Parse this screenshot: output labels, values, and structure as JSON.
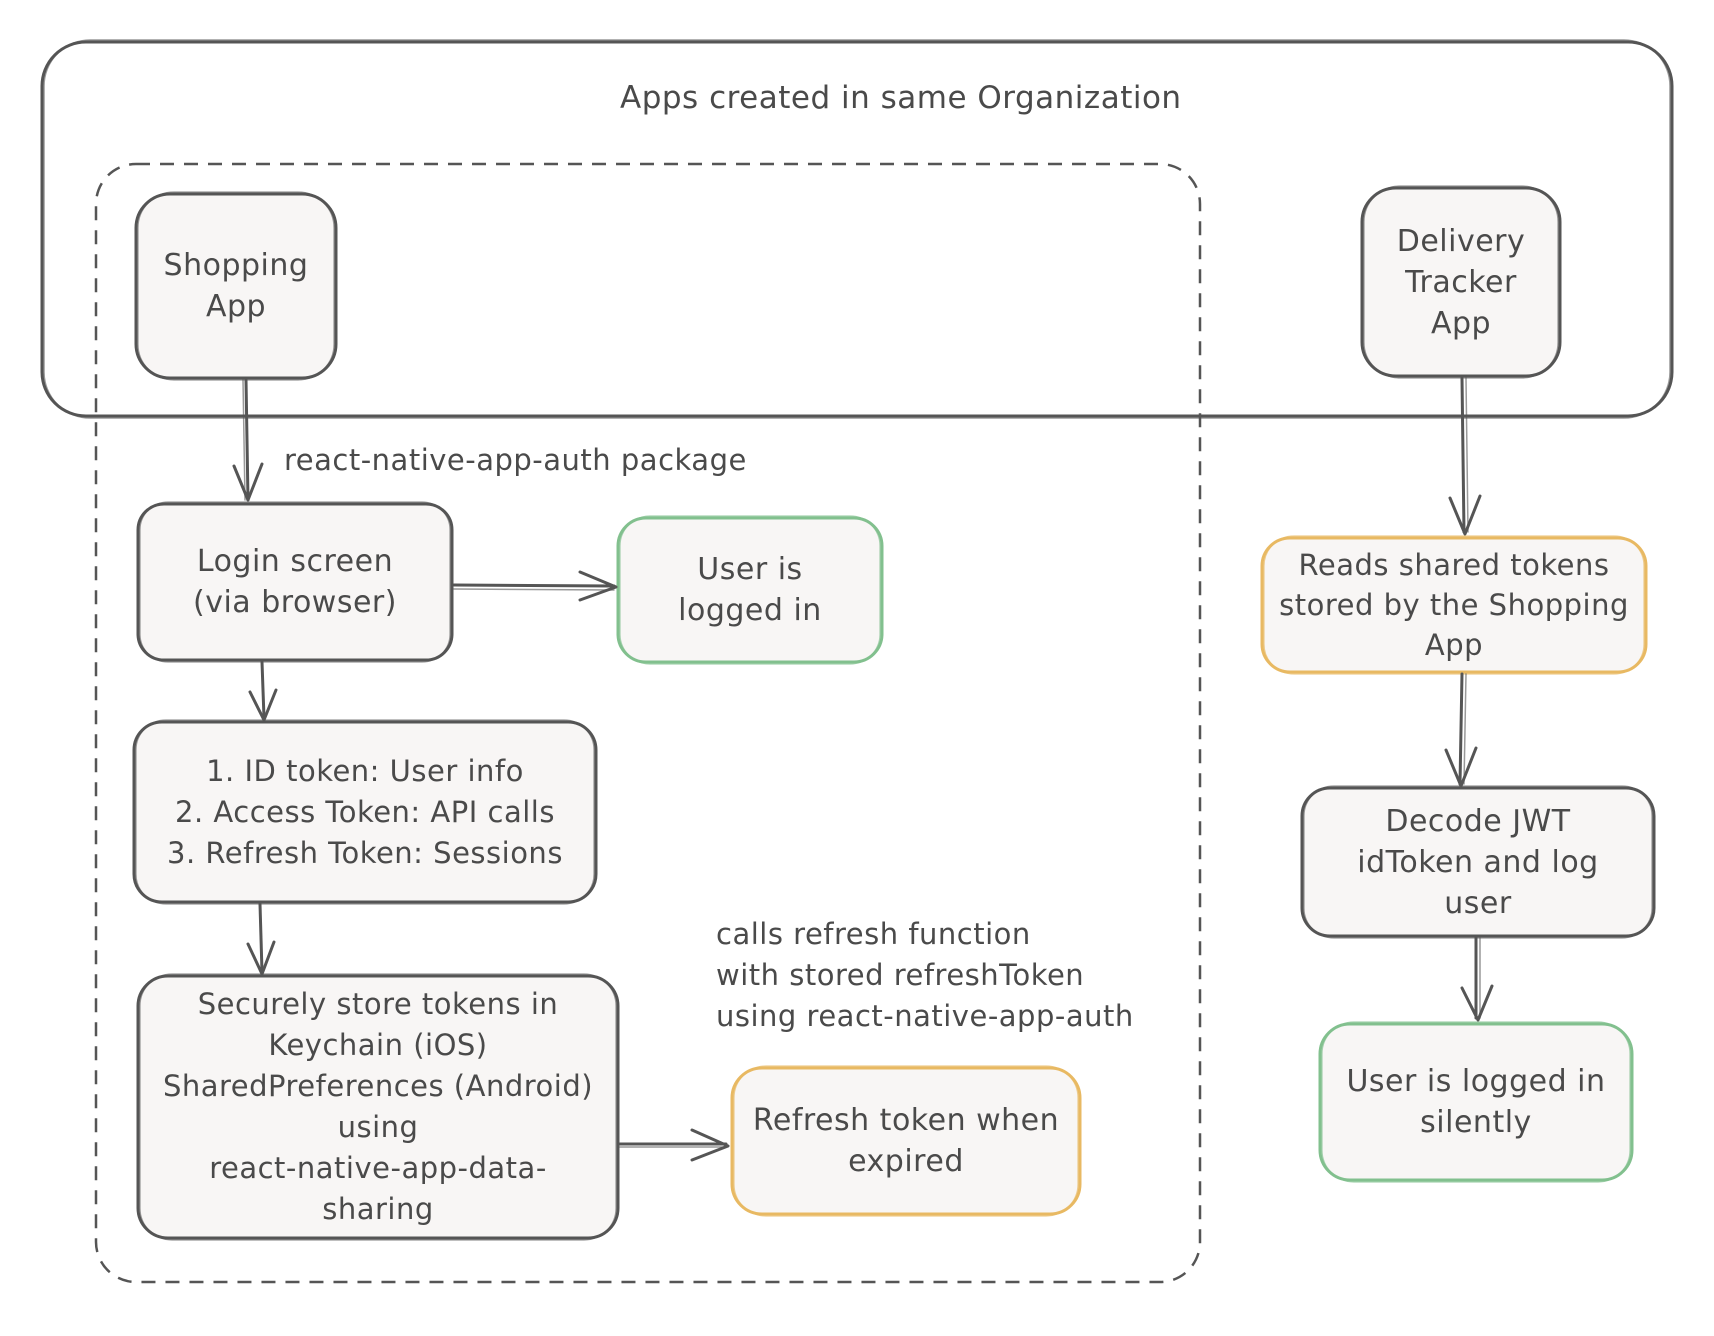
{
  "colors": {
    "stroke": "#555555",
    "text": "#4a4a4a",
    "node_fill": "#f8f6f5",
    "success_border": "#82c08e",
    "warning_border": "#e8b963"
  },
  "organization": {
    "title": "Apps created in same Organization"
  },
  "nodes": {
    "shopping_app": [
      "Shopping",
      "App"
    ],
    "delivery_app": [
      "Delivery",
      "Tracker",
      "App"
    ],
    "login": [
      "Login screen",
      "(via browser)"
    ],
    "user_logged_in": [
      "User is",
      "logged in"
    ],
    "tokens": [
      "1. ID token: User info",
      "2. Access Token: API calls",
      "3. Refresh Token: Sessions"
    ],
    "secure_store": [
      "Securely store tokens in",
      "Keychain (iOS)",
      "SharedPreferences (Android)",
      "using",
      "react-native-app-data-",
      "sharing"
    ],
    "refresh_token": [
      "Refresh token when",
      "expired"
    ],
    "reads_shared": [
      "Reads shared tokens",
      "stored by the Shopping",
      "App"
    ],
    "decode_jwt": [
      "Decode JWT",
      "idToken and log",
      "user"
    ],
    "logged_in_silently": [
      "User is logged in",
      "silently"
    ]
  },
  "edge_labels": {
    "package": "react-native-app-auth package",
    "refresh_note": [
      "calls refresh function",
      "with stored refreshToken",
      "using react-native-app-auth"
    ]
  }
}
